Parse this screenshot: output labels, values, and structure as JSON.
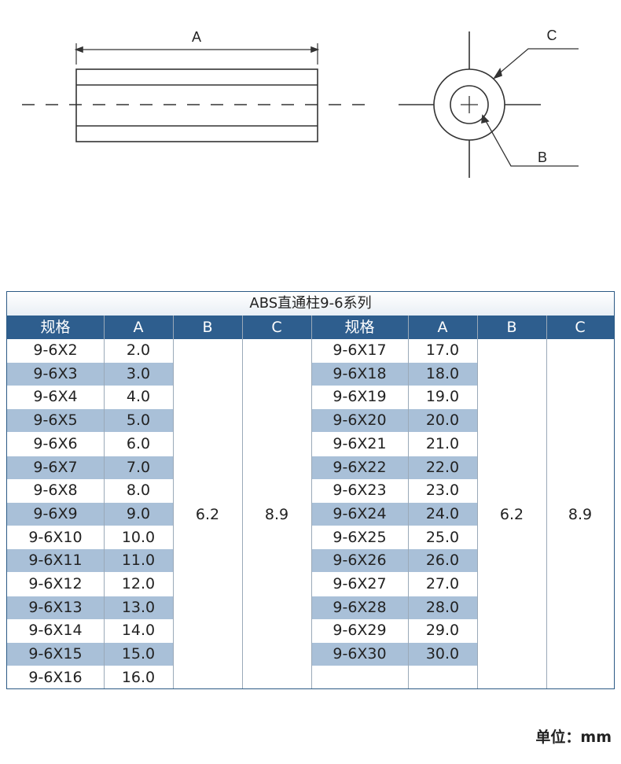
{
  "diagram": {
    "dimension_a": "A",
    "dimension_b": "B",
    "dimension_c": "C"
  },
  "table": {
    "title": "ABS直通柱9-6系列",
    "headers": [
      "规格",
      "A",
      "B",
      "C",
      "规格",
      "A",
      "B",
      "C"
    ],
    "left": {
      "specs": [
        "9-6X2",
        "9-6X3",
        "9-6X4",
        "9-6X5",
        "9-6X6",
        "9-6X7",
        "9-6X8",
        "9-6X9",
        "9-6X10",
        "9-6X11",
        "9-6X12",
        "9-6X13",
        "9-6X14",
        "9-6X15",
        "9-6X16"
      ],
      "a": [
        "2.0",
        "3.0",
        "4.0",
        "5.0",
        "6.0",
        "7.0",
        "8.0",
        "9.0",
        "10.0",
        "11.0",
        "12.0",
        "13.0",
        "14.0",
        "15.0",
        "16.0"
      ],
      "b": "6.2",
      "c": "8.9"
    },
    "right": {
      "specs": [
        "9-6X17",
        "9-6X18",
        "9-6X19",
        "9-6X20",
        "9-6X21",
        "9-6X22",
        "9-6X23",
        "9-6X24",
        "9-6X25",
        "9-6X26",
        "9-6X27",
        "9-6X28",
        "9-6X29",
        "9-6X30"
      ],
      "a": [
        "17.0",
        "18.0",
        "19.0",
        "20.0",
        "21.0",
        "22.0",
        "23.0",
        "24.0",
        "25.0",
        "26.0",
        "27.0",
        "28.0",
        "29.0",
        "30.0"
      ],
      "b": "6.2",
      "c": "8.9"
    }
  },
  "unit": "单位：mm",
  "colors": {
    "header_bg": "#2e5e8e",
    "stripe": "#a9c0d8",
    "border": "#2c5a85"
  }
}
